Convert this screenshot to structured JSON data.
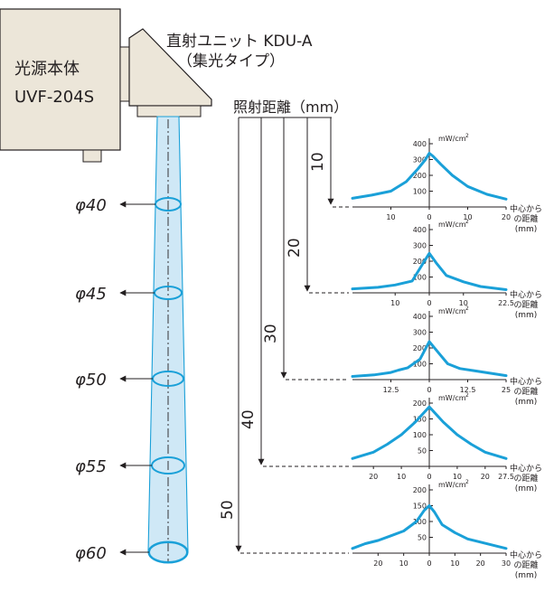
{
  "source": {
    "line1": "光源本体",
    "line2": "UVF-204S"
  },
  "unit": {
    "line1": "直射ユニット KDU-A",
    "line2": "（集光タイプ）"
  },
  "distance_header": "照射距離（mm）",
  "distance_labels": [
    "10",
    "20",
    "30",
    "40",
    "50"
  ],
  "diameter_labels": [
    "φ40",
    "φ45",
    "φ50",
    "φ55",
    "φ60"
  ],
  "chart_axis_caption": {
    "line1": "中心から",
    "line2": "の距離",
    "line3": "(mm)"
  },
  "chart_unit": "mW/cm",
  "chart_unit_exp": "2",
  "colors": {
    "beam_fill": "#cfe8f6",
    "beam_stroke": "#1aa0d8",
    "curve": "#1aa0d8",
    "housing_fill": "#ece6d9",
    "line": "#231f20"
  },
  "chart_data": [
    {
      "type": "line",
      "y_ticks": [
        "400",
        "300",
        "200",
        "100"
      ],
      "yticks_values": [
        400,
        300,
        200,
        100
      ],
      "ylim": [
        0,
        400
      ],
      "x_tick_labels": [
        "10",
        "0",
        "10",
        "20"
      ],
      "x_tick_values": [
        -10,
        0,
        10,
        20
      ],
      "xlim": [
        -20,
        20
      ],
      "series": [
        {
          "x": [
            -20,
            -15,
            -10,
            -6,
            -3,
            -1,
            0,
            1,
            3,
            6,
            10,
            15,
            20
          ],
          "y": [
            55,
            75,
            100,
            160,
            240,
            300,
            340,
            320,
            270,
            200,
            130,
            80,
            50
          ]
        }
      ]
    },
    {
      "type": "line",
      "y_ticks": [
        "400",
        "300",
        "200",
        "100"
      ],
      "yticks_values": [
        400,
        300,
        200,
        100
      ],
      "ylim": [
        0,
        400
      ],
      "x_tick_labels": [
        "10",
        "0",
        "10",
        "22.5"
      ],
      "x_tick_values": [
        -10,
        0,
        10,
        22.5
      ],
      "xlim": [
        -22.5,
        22.5
      ],
      "series": [
        {
          "x": [
            -22.5,
            -15,
            -10,
            -5,
            -2,
            0,
            2,
            5,
            10,
            15,
            22.5
          ],
          "y": [
            25,
            35,
            50,
            75,
            180,
            250,
            190,
            110,
            70,
            40,
            20
          ]
        }
      ]
    },
    {
      "type": "line",
      "y_ticks": [
        "400",
        "300",
        "200",
        "100"
      ],
      "yticks_values": [
        400,
        300,
        200,
        100
      ],
      "ylim": [
        0,
        400
      ],
      "x_tick_labels": [
        "12.5",
        "0",
        "12.5",
        "25"
      ],
      "x_tick_values": [
        -12.5,
        0,
        12.5,
        25
      ],
      "xlim": [
        -25,
        25
      ],
      "series": [
        {
          "x": [
            -25,
            -18,
            -12.5,
            -10,
            -7,
            -3,
            0,
            3,
            6,
            10,
            15,
            25
          ],
          "y": [
            20,
            30,
            45,
            60,
            75,
            130,
            240,
            170,
            100,
            70,
            55,
            25
          ]
        }
      ]
    },
    {
      "type": "line",
      "y_ticks": [
        "200",
        "150",
        "100",
        "50"
      ],
      "yticks_values": [
        200,
        150,
        100,
        50
      ],
      "ylim": [
        0,
        200
      ],
      "x_tick_labels": [
        "20",
        "10",
        "0",
        "10",
        "20",
        "27.5"
      ],
      "x_tick_values": [
        -20,
        -10,
        0,
        10,
        20,
        27.5
      ],
      "xlim": [
        -27.5,
        27.5
      ],
      "series": [
        {
          "x": [
            -27.5,
            -20,
            -15,
            -10,
            -5,
            0,
            5,
            10,
            15,
            20,
            27.5
          ],
          "y": [
            25,
            45,
            70,
            100,
            140,
            188,
            140,
            100,
            70,
            45,
            25
          ]
        }
      ]
    },
    {
      "type": "line",
      "y_ticks": [
        "200",
        "150",
        "100",
        "50"
      ],
      "yticks_values": [
        200,
        150,
        100,
        50
      ],
      "ylim": [
        0,
        200
      ],
      "x_tick_labels": [
        "20",
        "10",
        "0",
        "10",
        "20",
        "30"
      ],
      "x_tick_values": [
        -20,
        -10,
        0,
        10,
        20,
        30
      ],
      "xlim": [
        -30,
        30
      ],
      "series": [
        {
          "x": [
            -30,
            -25,
            -20,
            -15,
            -10,
            -5,
            -2,
            0,
            2,
            5,
            10,
            15,
            20,
            25,
            30
          ],
          "y": [
            15,
            30,
            40,
            55,
            70,
            100,
            135,
            150,
            130,
            90,
            65,
            45,
            35,
            25,
            15
          ]
        }
      ]
    }
  ]
}
